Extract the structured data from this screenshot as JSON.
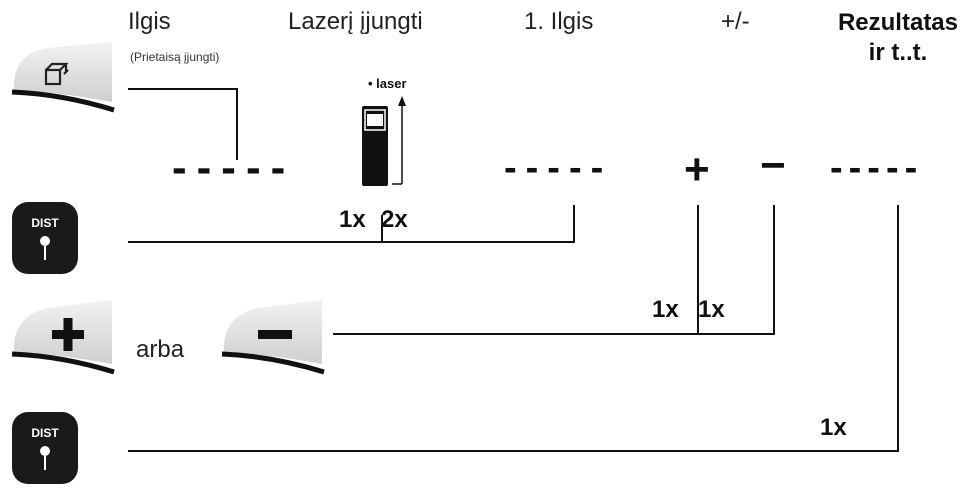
{
  "headers": {
    "ilgis": "Ilgis",
    "ilgis_sub": "(Prietaisą įjungti)",
    "lazeri": "Lazerį įjungti",
    "first_ilgis": "1. Ilgis",
    "plus_minus": "+/-",
    "rezultatas_line1": "Rezultatas",
    "rezultatas_line2": "ir t..t."
  },
  "laser_label": "laser",
  "dashes": "-----",
  "press_labels": {
    "dist_1x": "1x",
    "dist_2x": "2x",
    "pm_1x_a": "1x",
    "pm_1x_b": "1x",
    "result_1x": "1x"
  },
  "signs": {
    "plus": "+",
    "minus": "−"
  },
  "arba": "arba",
  "buttons": {
    "dist_text": "DIST",
    "plus_glyph": "+",
    "minus_glyph": "−"
  },
  "colors": {
    "ink": "#111111",
    "key_light": "#d9d9d9",
    "key_dark": "#1a1a1a",
    "white": "#ffffff"
  },
  "icons": [
    "power-measure-key-icon",
    "dist-key-icon",
    "plus-key-icon",
    "minus-key-icon",
    "laser-device-icon"
  ]
}
